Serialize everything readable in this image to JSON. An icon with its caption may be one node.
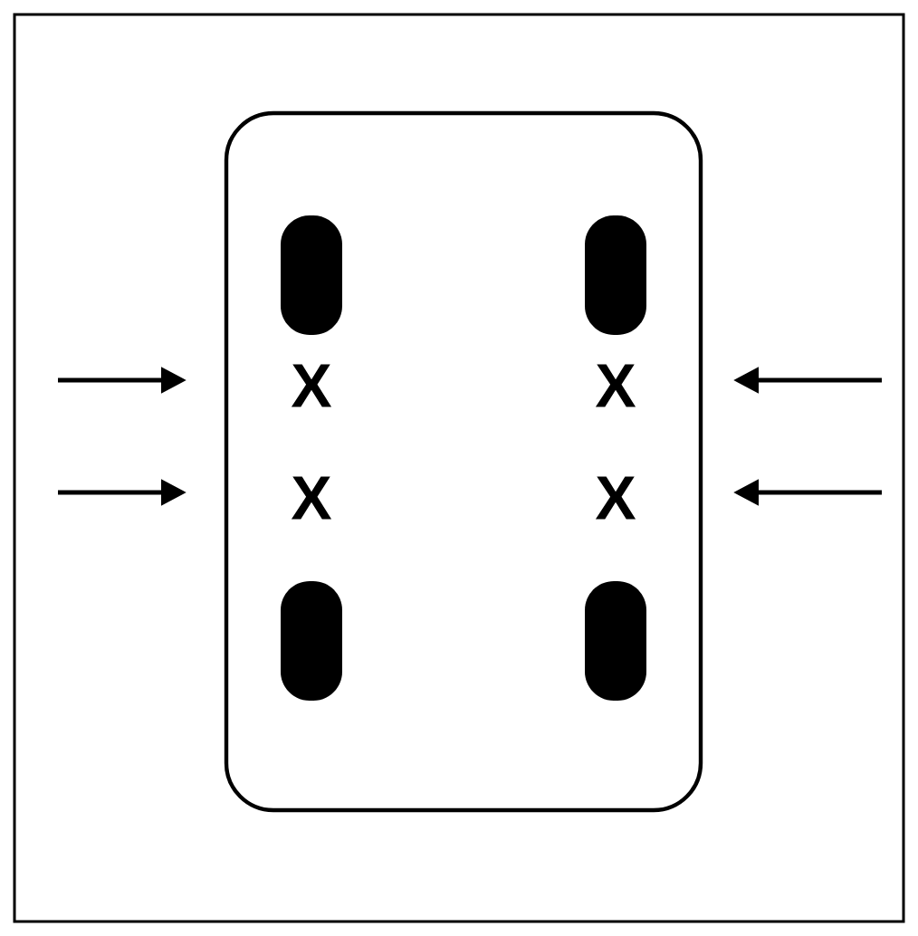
{
  "diagram": {
    "nodes": [
      {
        "text": [],
        "shape": "box"
      },
      {
        "text": [],
        "shape": "bar",
        "in": 0
      },
      {
        "text": [],
        "shape": "bar",
        "in": 0
      },
      {
        "text": [],
        "shape": "bar",
        "in": 0
      },
      {
        "text": [],
        "shape": "bar",
        "in": 0
      }
    ],
    "labels": [
      "X",
      "X",
      "X",
      "X"
    ]
  }
}
